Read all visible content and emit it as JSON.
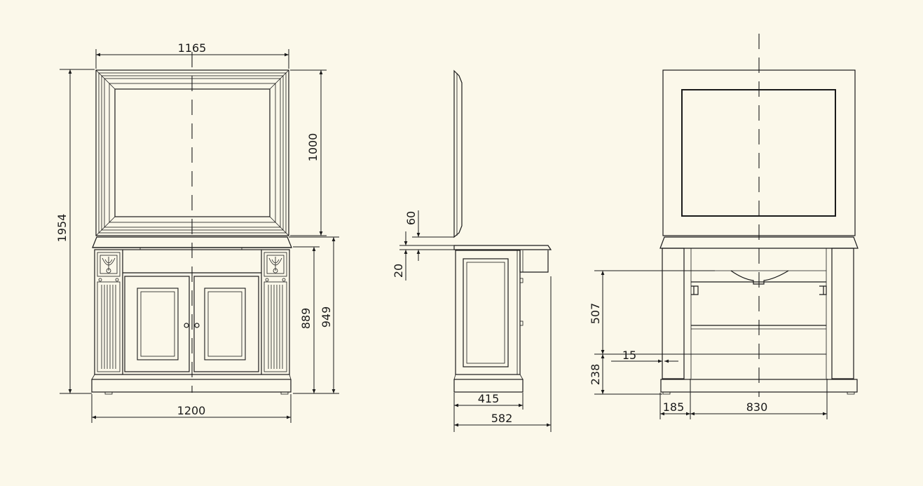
{
  "dimensions": {
    "front": {
      "mirror_width": "1165",
      "total_height": "1954",
      "mirror_height": "1000",
      "cabinet_height": "889",
      "height_to_top": "949",
      "cabinet_width": "1200"
    },
    "side": {
      "gap_small": "60",
      "top_thickness": "20",
      "body_depth": "415",
      "total_depth": "582"
    },
    "back": {
      "mount_height": "507",
      "offset_small": "15",
      "base_height": "238",
      "side_offset": "185",
      "inner_width": "830"
    }
  }
}
